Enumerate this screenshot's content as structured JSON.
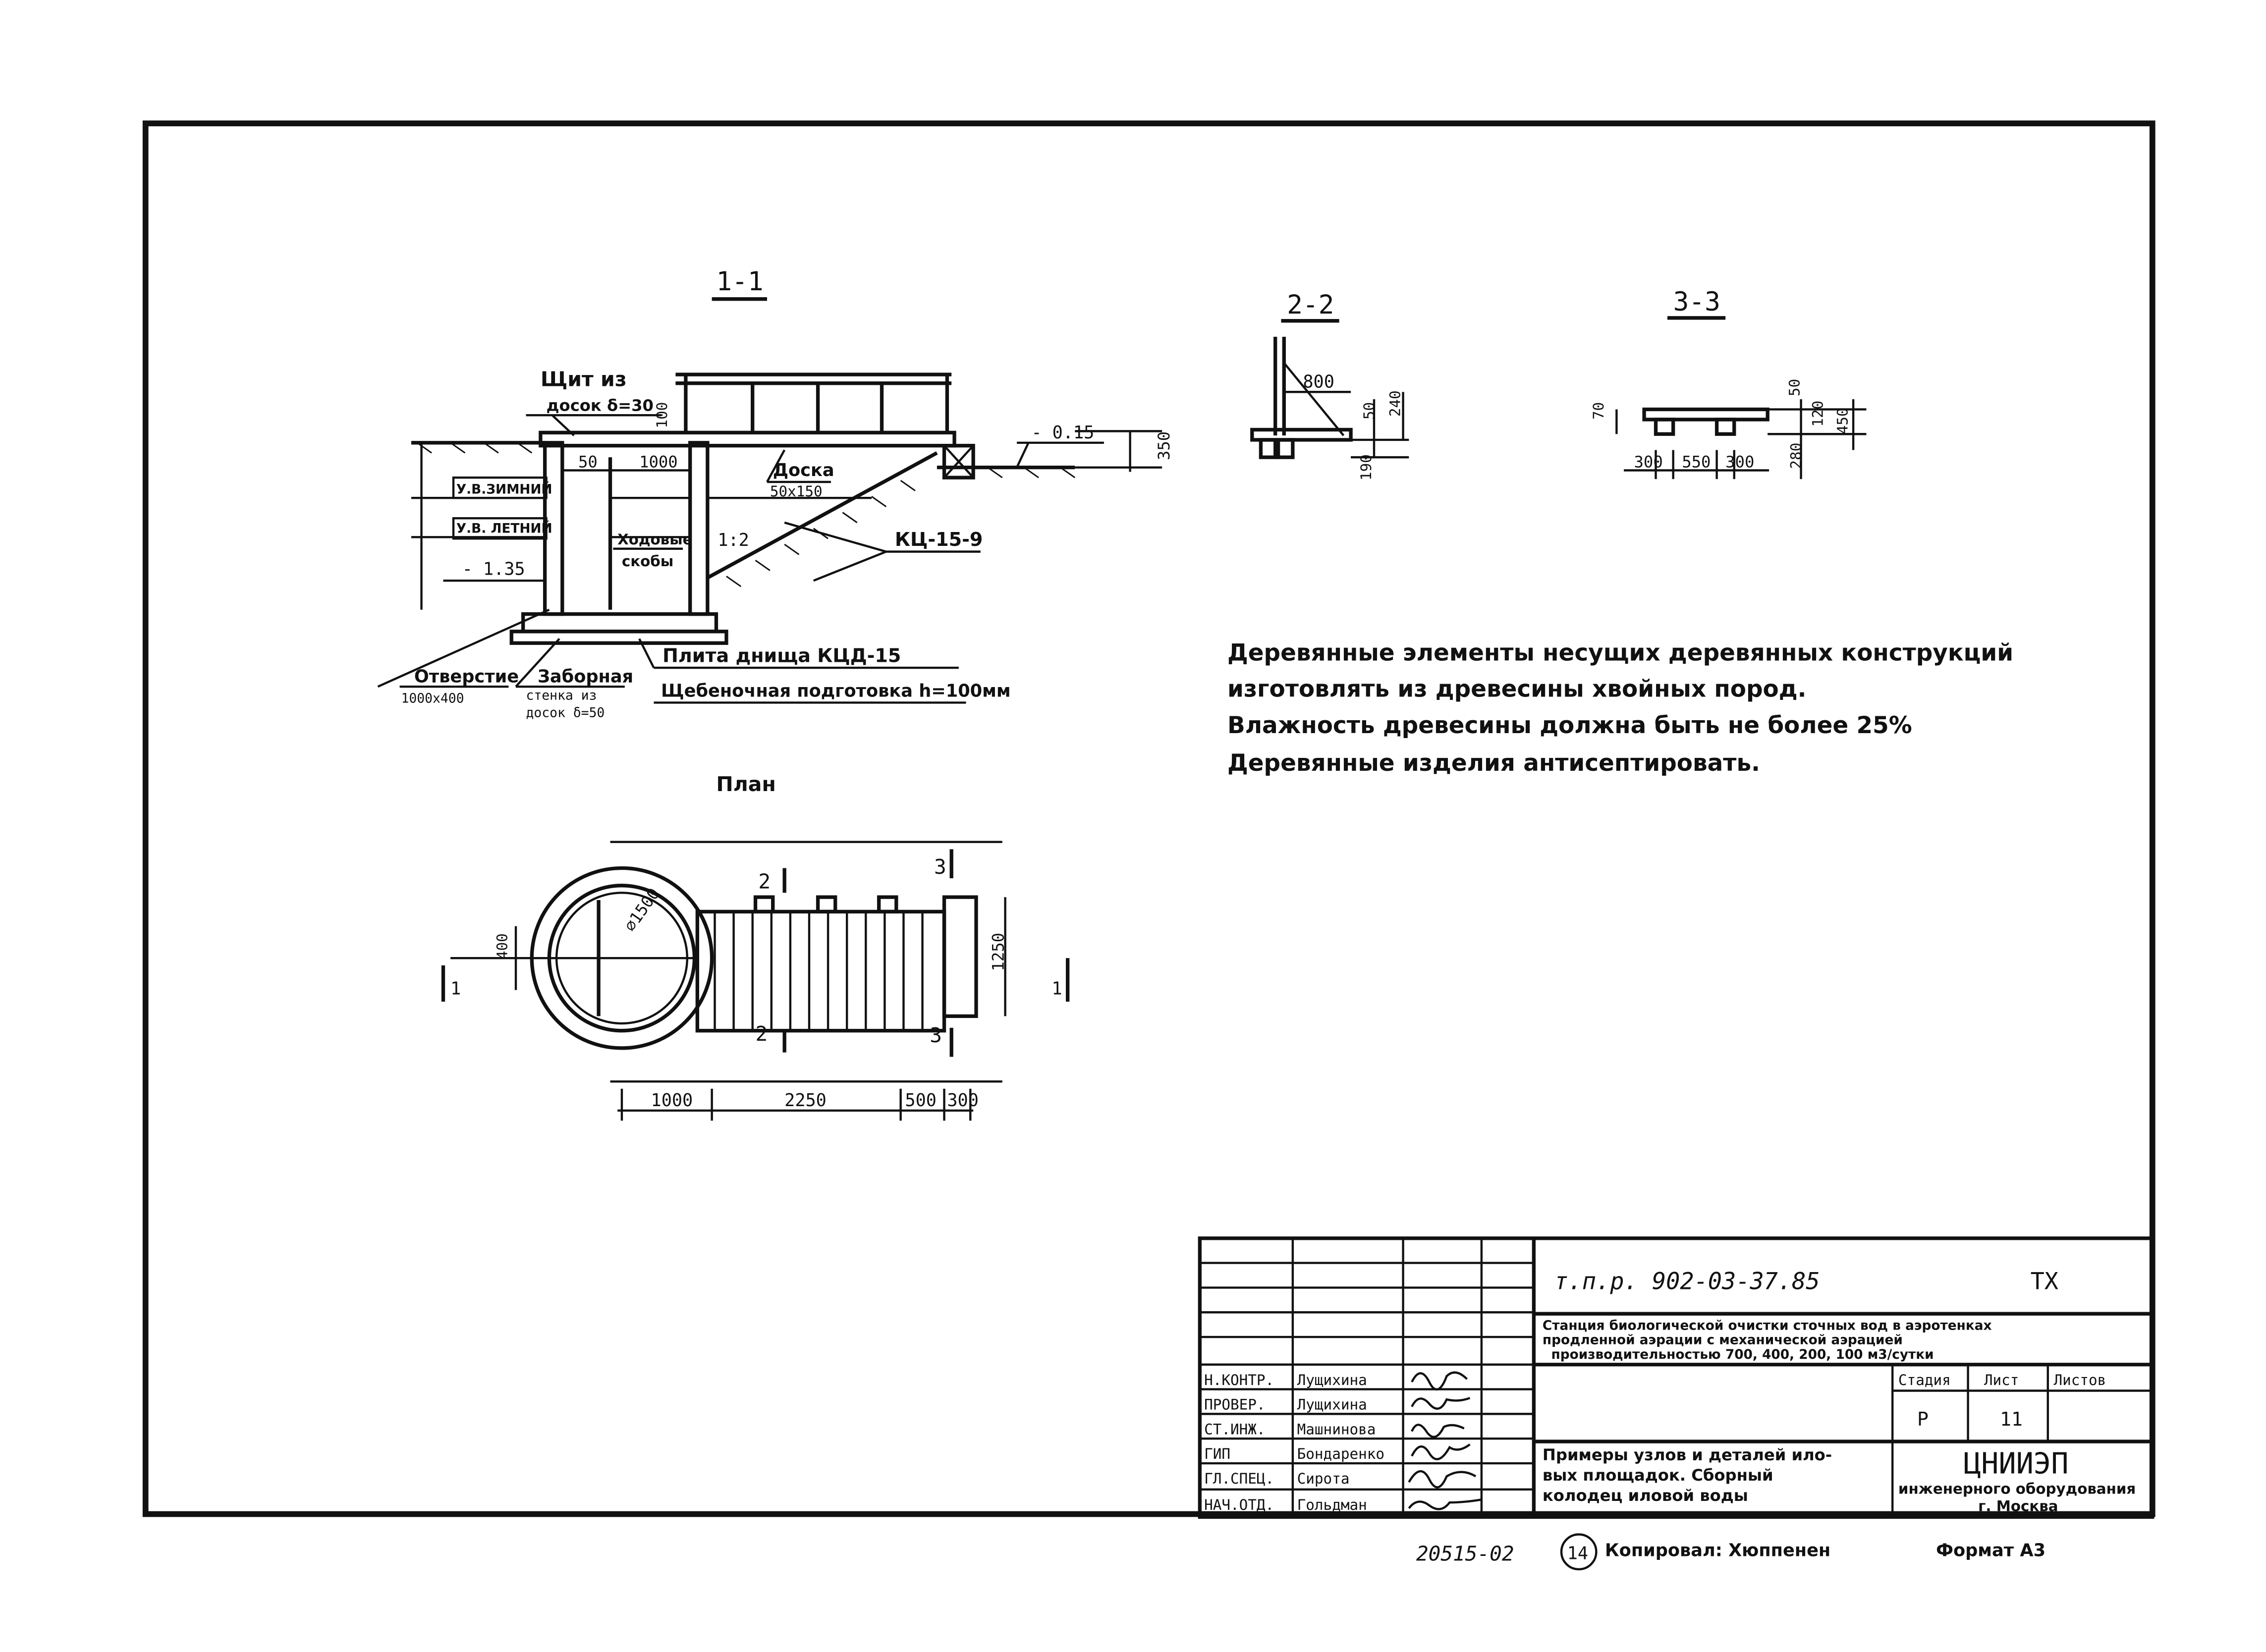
{
  "sections": {
    "s11": "1-1",
    "s22": "2-2",
    "s33": "3-3",
    "plan": "План"
  },
  "section11": {
    "shield_l1": "Щит из",
    "shield_l2": "досок δ=30",
    "dim_100": "100",
    "dim_50": "50",
    "dim_1000": "1000",
    "board_l1": "Доска",
    "board_l2": "50x150",
    "level_015": "- 0.15",
    "dim_350": "350",
    "winter": "У.В.ЗИМНИЙ",
    "summer": "У.В. ЛЕТНИЙ",
    "level_135": "- 1.35",
    "rungs_l1": "Ходовые",
    "rungs_l2": "скобы",
    "slope": "1:2",
    "ring": "КЦ-15-9",
    "slab": "Плита днища КЦД-15",
    "gravel": "Щебеночная подготовка h=100мм",
    "opening_l1": "Отверстие",
    "opening_l2": "1000x400",
    "wall_l1": "Заборная",
    "wall_l2": "стенка из",
    "wall_l3": "досок δ=50"
  },
  "section22": {
    "dim_800": "800",
    "dim_50": "50",
    "dim_240": "240",
    "dim_190": "190"
  },
  "section33": {
    "dim_70": "70",
    "dim_50": "50",
    "dim_120": "120",
    "dim_450": "450",
    "dim_280": "280",
    "dim_300a": "300",
    "dim_550": "550",
    "dim_300b": "300"
  },
  "plan_view": {
    "diameter": "⌀1500",
    "dim_400": "400",
    "dim_1250": "1250",
    "dim_1000": "1000",
    "dim_2250": "2250",
    "dim_500": "500",
    "dim_300": "300",
    "cut1": "1",
    "cut2": "2",
    "cut3": "3"
  },
  "notes": {
    "line1": "Деревянные элементы  несущих деревянных конструкций",
    "line2": "изготовлять из древесины хвойных пород.",
    "line3": "Влажность древесины должна быть не более 25%",
    "line4": "Деревянные изделия  антисептировать."
  },
  "title_block": {
    "code": "т.п.р. 902-03-37.85",
    "section": "ТХ",
    "project_l1": "Станция биологической очистки сточных вод в аэротенках",
    "project_l2": "продленной аэрации с механической аэрацией",
    "project_l3": "производительностью 700, 400, 200, 100 м3/сутки",
    "stage_h": "Стадия",
    "sheet_h": "Лист",
    "sheets_h": "Листов",
    "stage": "Р",
    "sheet": "11",
    "desc_l1": "Примеры узлов и деталей ило-",
    "desc_l2": "вых площадок. Сборный",
    "desc_l3": "колодец иловой воды",
    "org_l1": "ЦНИИЭП",
    "org_l2": "инженерного оборудования",
    "org_l3": "г. Москва",
    "roles": [
      {
        "role": "Н.КОНТР.",
        "name": "Лущихина"
      },
      {
        "role": "ПРОВЕР.",
        "name": "Лущихина"
      },
      {
        "role": "СТ.ИНЖ.",
        "name": "Машнинова"
      },
      {
        "role": "ГИП",
        "name": "Бондаренко"
      },
      {
        "role": "ГЛ.СПЕЦ.",
        "name": "Сирота"
      },
      {
        "role": "НАЧ.ОТД.",
        "name": "Гольдман"
      }
    ]
  },
  "footer": {
    "inv": "20515-02",
    "num": "14",
    "copied": "Копировал: Хюппенен",
    "format": "Формат А3"
  }
}
